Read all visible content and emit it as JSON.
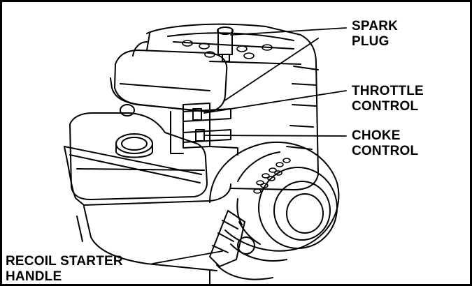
{
  "labels": {
    "spark_plug": [
      "SPARK",
      "PLUG"
    ],
    "throttle_control": [
      "THROTTLE",
      "CONTROL"
    ],
    "choke_control": [
      "CHOKE",
      "CONTROL"
    ],
    "recoil_starter_handle": [
      "RECOIL STARTER",
      "HANDLE"
    ]
  },
  "colors": {
    "ink": "#000000",
    "paper": "#ffffff"
  }
}
